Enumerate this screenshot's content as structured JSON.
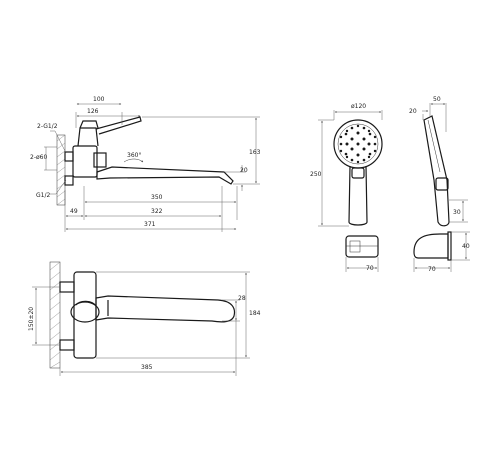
{
  "dimensions": {
    "top_width_100": "100",
    "top_width_126": "126",
    "thread_g12_left": "2-G1/2",
    "diameter_60_left": "2-ø60",
    "thread_g12_bottom": "G1/2",
    "rotation": "360°",
    "height_163": "163",
    "spout_height_20": "20",
    "spout_length_350": "350",
    "length_322": "322",
    "offset_49": "49",
    "total_length_371": "371",
    "handshower_diameter": "ø120",
    "handshower_length": "250",
    "side_width_50": "50",
    "side_offset_20": "20",
    "handle_30": "30",
    "holder_70_a": "70",
    "holder_70_b": "70",
    "holder_40": "40",
    "spacing_150": "150±20",
    "front_28": "28",
    "front_184": "184",
    "front_length_385": "385"
  }
}
